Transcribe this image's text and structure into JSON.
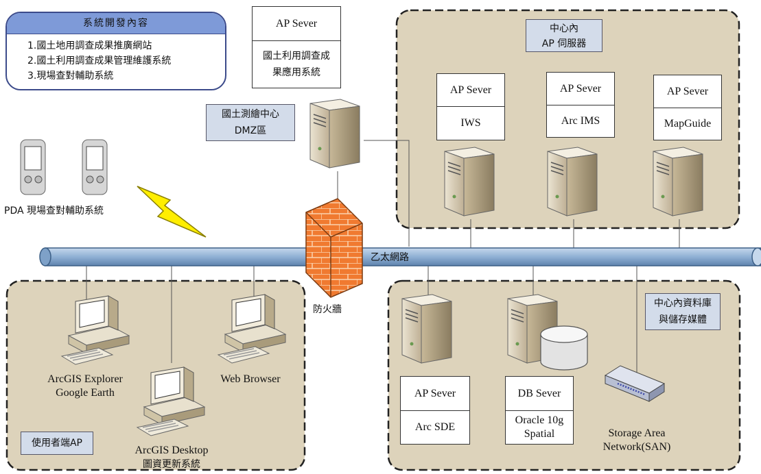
{
  "dev_panel": {
    "title": "系統開發內容",
    "items": [
      "1.國土地用調查成果推廣網站",
      "2.國土利用調查成果管理維護系統",
      "3.現場查對輔助系統"
    ]
  },
  "ap_top": {
    "title": "AP Sever",
    "subtitle": "國土利用調查成果應用系統"
  },
  "center_zone": {
    "label_line1": "中心內",
    "label_line2": "AP 伺服器"
  },
  "servers": [
    {
      "title": "AP Sever",
      "name": "IWS"
    },
    {
      "title": "AP Sever",
      "name": "Arc IMS"
    },
    {
      "title": "AP Sever",
      "name": "MapGuide"
    }
  ],
  "dmz": {
    "line1": "國土測繪中心",
    "line2": "DMZ區"
  },
  "pda_label": "PDA 現場查對輔助系統",
  "network_label": "乙太網路",
  "firewall_label": "防火牆",
  "client_zone": {
    "label": "使用者端AP",
    "clients": [
      {
        "line1": "ArcGIS Explorer",
        "line2": "Google Earth"
      },
      {
        "line1": "Web Browser",
        "line2": ""
      },
      {
        "line1": "ArcGIS Desktop",
        "line2": "圖資更新系統"
      }
    ]
  },
  "db_zone": {
    "label_line1": "中心內資料庫",
    "label_line2": "與儲存媒體",
    "ap_box": {
      "title": "AP Sever",
      "name": "Arc SDE"
    },
    "db_box": {
      "title": "DB Sever",
      "name_line1": "Oracle 10g",
      "name_line2": "Spatial"
    },
    "san": {
      "line1": "Storage Area",
      "line2": "Network(SAN)"
    }
  },
  "colors": {
    "zone_fill": "#ddd3bb",
    "pipe": "#8fb0d4",
    "tag_fill": "#d3dcea",
    "firewall": "#f07a30",
    "lightning": "#ffee00"
  }
}
